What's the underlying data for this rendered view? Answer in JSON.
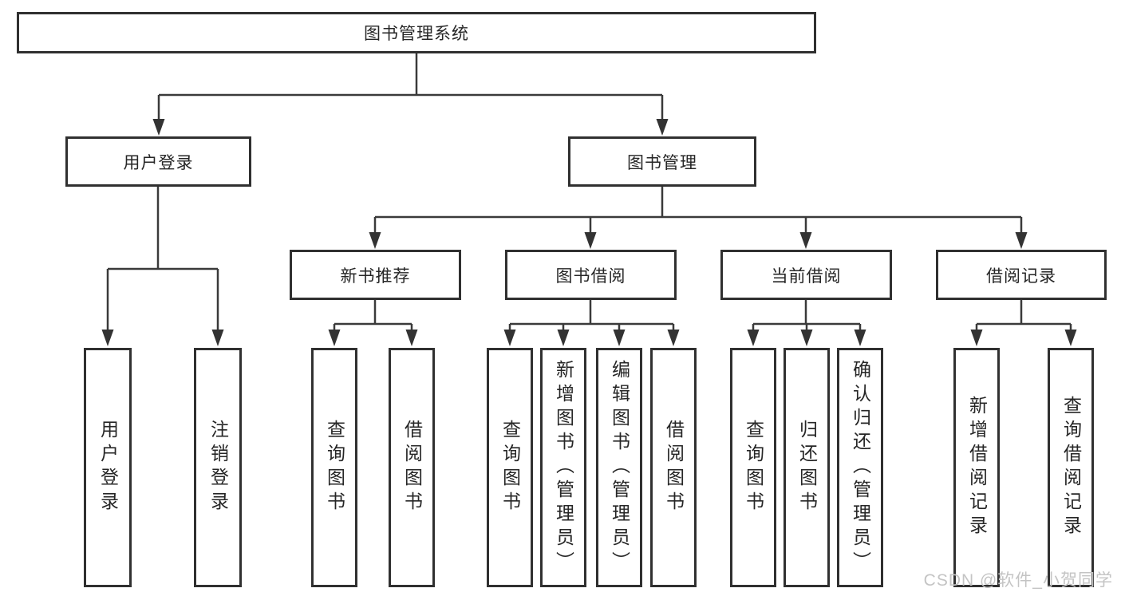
{
  "diagram": {
    "root": {
      "label": "图书管理系统"
    },
    "branches": [
      {
        "label": "用户登录",
        "children": [
          {
            "label": "用户登录"
          },
          {
            "label": "注销登录"
          }
        ]
      },
      {
        "label": "图书管理",
        "groups": [
          {
            "label": "新书推荐",
            "children": [
              {
                "label": "查询图书"
              },
              {
                "label": "借阅图书"
              }
            ]
          },
          {
            "label": "图书借阅",
            "children": [
              {
                "label": "查询图书"
              },
              {
                "label": "新增图书（管理员）"
              },
              {
                "label": "编辑图书（管理员）"
              },
              {
                "label": "借阅图书"
              }
            ]
          },
          {
            "label": "当前借阅",
            "children": [
              {
                "label": "查询图书"
              },
              {
                "label": "归还图书"
              },
              {
                "label": "确认归还（管理员）"
              }
            ]
          },
          {
            "label": "借阅记录",
            "children": [
              {
                "label": "新增借阅记录"
              },
              {
                "label": "查询借阅记录"
              }
            ]
          }
        ]
      }
    ],
    "colors": {
      "box_border": "#303030",
      "connector_line": "#3a3a3a",
      "text": "#262626",
      "background": "#ffffff",
      "watermark": "#c4c4c4"
    }
  },
  "watermark": {
    "text": "CSDN @软件_小贺同学"
  }
}
